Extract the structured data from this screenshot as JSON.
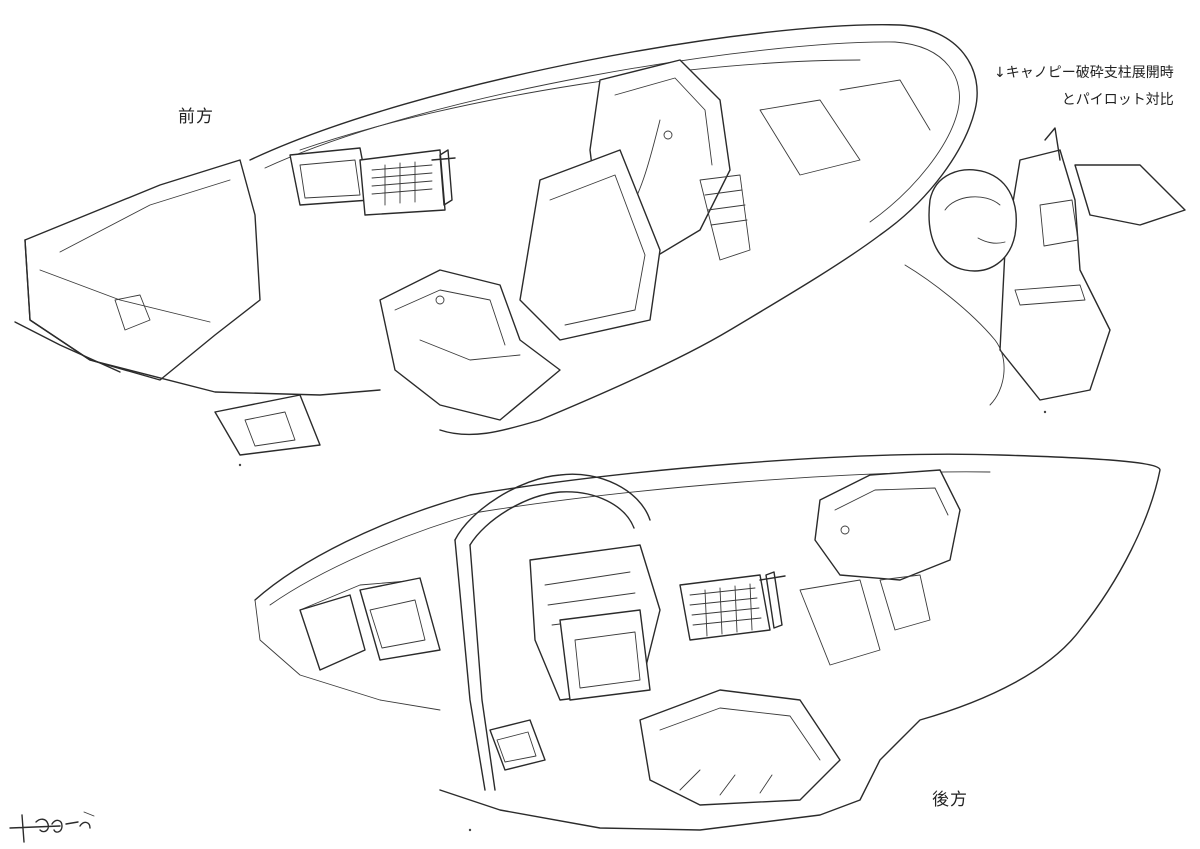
{
  "labels": {
    "front": "前方",
    "rear": "後方",
    "note_line1": "↓キャノピー破砕支柱展開時",
    "note_line2": "とパイロット対比"
  },
  "colors": {
    "paper": "#ffffff",
    "ink": "#2b2b2b"
  }
}
